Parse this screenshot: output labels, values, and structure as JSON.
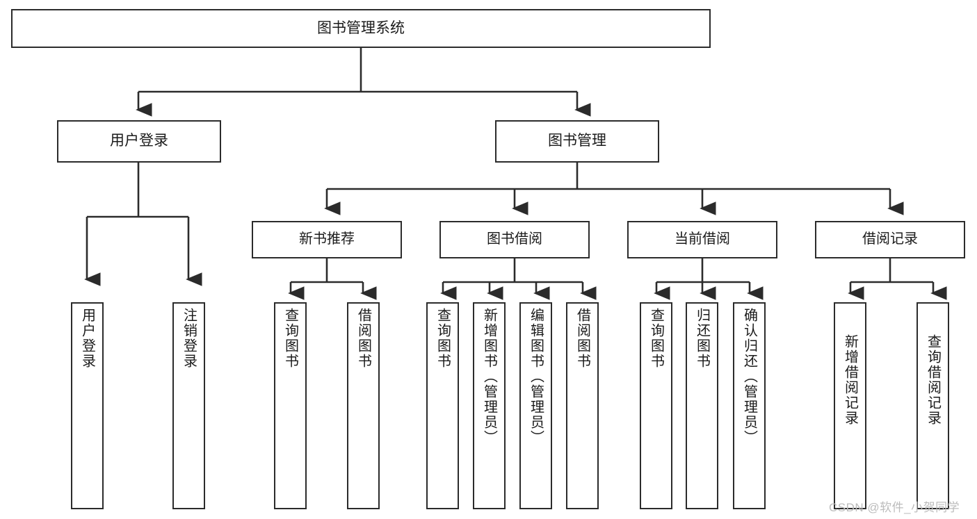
{
  "diagram": {
    "title": "图书管理系统",
    "type": "tree",
    "watermark": "CSDN @软件_小贺同学",
    "colors": {
      "stroke": "#2b2b2b",
      "box_fill": "#ffffff",
      "text": "#1a1a1a",
      "watermark": "#bcbcbc",
      "background": "#ffffff"
    },
    "root": {
      "label": "图书管理系统"
    },
    "level2": [
      {
        "label": "用户登录"
      },
      {
        "label": "图书管理"
      }
    ],
    "level3": [
      {
        "label": "新书推荐"
      },
      {
        "label": "图书借阅"
      },
      {
        "label": "当前借阅"
      },
      {
        "label": "借阅记录"
      }
    ],
    "leaves": {
      "user_login": [
        {
          "label": "用户登录"
        },
        {
          "label": "注销登录"
        }
      ],
      "new_book": [
        {
          "label": "查询图书"
        },
        {
          "label": "借阅图书"
        }
      ],
      "book_borrow": [
        {
          "label": "查询图书"
        },
        {
          "label": "新增图书（管理员）"
        },
        {
          "label": "编辑图书（管理员）"
        },
        {
          "label": "借阅图书"
        }
      ],
      "current_borrow": [
        {
          "label": "查询图书"
        },
        {
          "label": "归还图书"
        },
        {
          "label": "确认归还（管理员）"
        }
      ],
      "borrow_record": [
        {
          "label": "新增借阅记录"
        },
        {
          "label": "查询借阅记录"
        }
      ]
    }
  }
}
